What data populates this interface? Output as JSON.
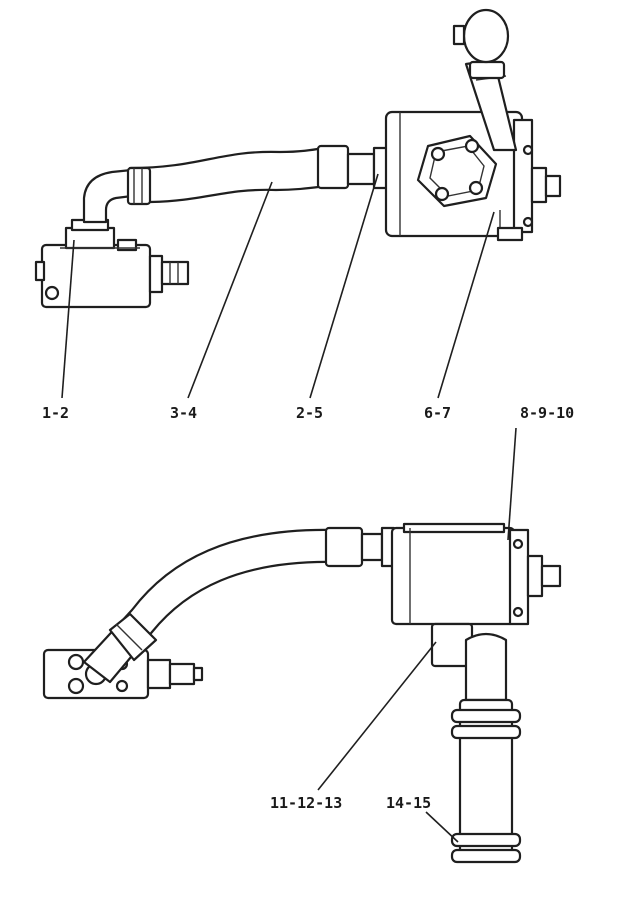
{
  "labels": {
    "l1_2": "1-2",
    "l3_4": "3-4",
    "l2_5": "2-5",
    "l6_7": "6-7",
    "l8_9_10": "8-9-10",
    "l11_12_13": "11-12-13",
    "l14_15": "14-15"
  },
  "colors": {
    "line": "#1f1f1f",
    "background": "#ffffff"
  }
}
